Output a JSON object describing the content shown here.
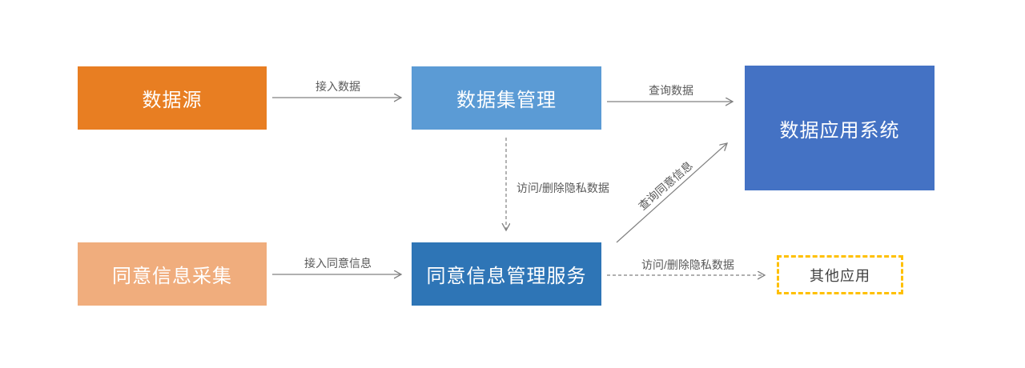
{
  "diagram": {
    "title": "",
    "nodes": {
      "data_source": {
        "label": "数据源",
        "bg": "#E87E22",
        "text_color": "#FFFFFF"
      },
      "dataset_mgmt": {
        "label": "数据集管理",
        "bg": "#5B9BD5",
        "text_color": "#FFFFFF"
      },
      "data_app_system": {
        "label": "数据应用系统",
        "bg": "#4472C4",
        "text_color": "#FFFFFF"
      },
      "consent_collection": {
        "label": "同意信息采集",
        "bg": "#F0AD7D",
        "text_color": "#FFFFFF"
      },
      "consent_mgmt_service": {
        "label": "同意信息管理服务",
        "bg": "#2E75B6",
        "text_color": "#FFFFFF"
      },
      "other_apps": {
        "label": "其他应用",
        "bg": "#FFFFFF",
        "border_color": "#FFC000",
        "border_style": "dashed",
        "text_color": "#404040"
      }
    },
    "edges": [
      {
        "label": "接入数据",
        "from": "data_source",
        "to": "dataset_mgmt",
        "style": "solid"
      },
      {
        "label": "查询数据",
        "from": "dataset_mgmt",
        "to": "data_app_system",
        "style": "solid"
      },
      {
        "label": "访问/删除隐私数据",
        "from": "dataset_mgmt",
        "to": "consent_mgmt_service",
        "style": "dashed"
      },
      {
        "label": "接入同意信息",
        "from": "consent_collection",
        "to": "consent_mgmt_service",
        "style": "solid"
      },
      {
        "label": "查询同意信息",
        "from": "consent_mgmt_service",
        "to": "data_app_system",
        "style": "solid"
      },
      {
        "label": "访问/删除隐私数据",
        "from": "consent_mgmt_service",
        "to": "other_apps",
        "style": "dashed"
      }
    ],
    "colors": {
      "arrow": "#808080",
      "edge_label": "#595959",
      "background": "#FFFFFF"
    }
  }
}
